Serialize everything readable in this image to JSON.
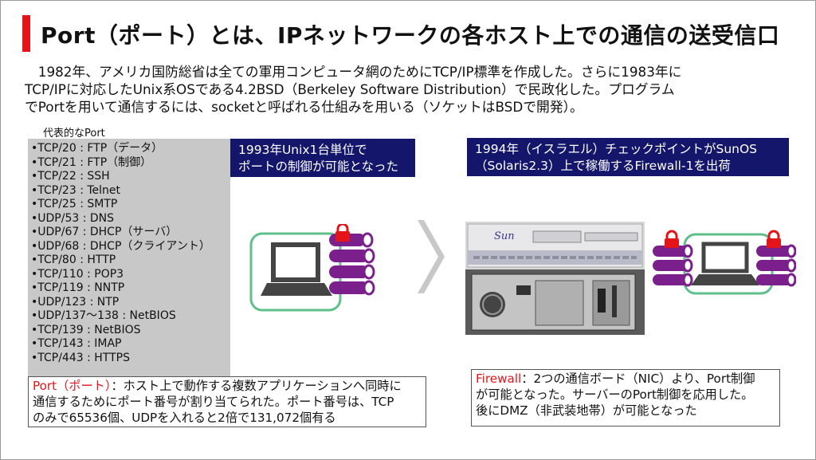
{
  "title": "Port（ポート）とは、IPネットワークの各ホスト上での通信の送受信口",
  "intro": [
    "　1982年、アメリカ国防総省は全ての軍用コンピュータ網のためにTCP/IP標準を作成した。さらに1983年に",
    "TCP/IPに対応したUnix系OSである4.2BSD（Berkeley Software Distribution）で民政化した。プログラム",
    "でPortを用いて通信するには、socketと呼ばれる仕組みを用いる（ソケットはBSDで開発）。"
  ],
  "ports_caption": "代表的なPort",
  "ports": [
    "•TCP/20 : FTP（データ）",
    "•TCP/21 : FTP（制御）",
    "•TCP/22 : SSH",
    "•TCP/23 : Telnet",
    "•TCP/25 : SMTP",
    "•UDP/53 : DNS",
    "•UDP/67 : DHCP（サーバ）",
    "•UDP/68 : DHCP（クライアント）",
    "•TCP/80 : HTTP",
    "•TCP/110 : POP3",
    "•TCP/119 : NNTP",
    "•UDP/123 : NTP",
    "•UDP/137～138 : NetBIOS",
    "•TCP/139 : NetBIOS",
    "•TCP/143 : IMAP",
    "•TCP/443 : HTTPS"
  ],
  "label_1993": [
    "1993年Unix1台単位で",
    "ポートの制御が可能となった"
  ],
  "label_1994": [
    "1994年（イスラエル）チェックポイントがSunOS",
    "（Solaris2.3）上で稼働するFirewall-1を出荷"
  ],
  "server_brand": "Sun",
  "note_left": {
    "term": "Port（ポート）",
    "line1": "：ホスト上で動作する複数アプリケーションへ同時に",
    "line2": "通信するためにポート番号が割り当てられた。ポート番号は、TCP",
    "line3": "のみで65536個、UDPを入れると2倍で131,072個有る"
  },
  "note_right": {
    "term": "Firewall",
    "line1": "：2つの通信ボード（NIC）より、Port制御",
    "line2": "が可能となった。サーバーのPort制御を応用した。",
    "line3": "後にDMZ（非武装地帯）が可能となった"
  },
  "colors": {
    "accent_red": "#e4151a",
    "navy": "#14166b",
    "purple": "#7a1f8c",
    "green": "#5fbf8a",
    "gray_box": "#c8c8c8"
  }
}
